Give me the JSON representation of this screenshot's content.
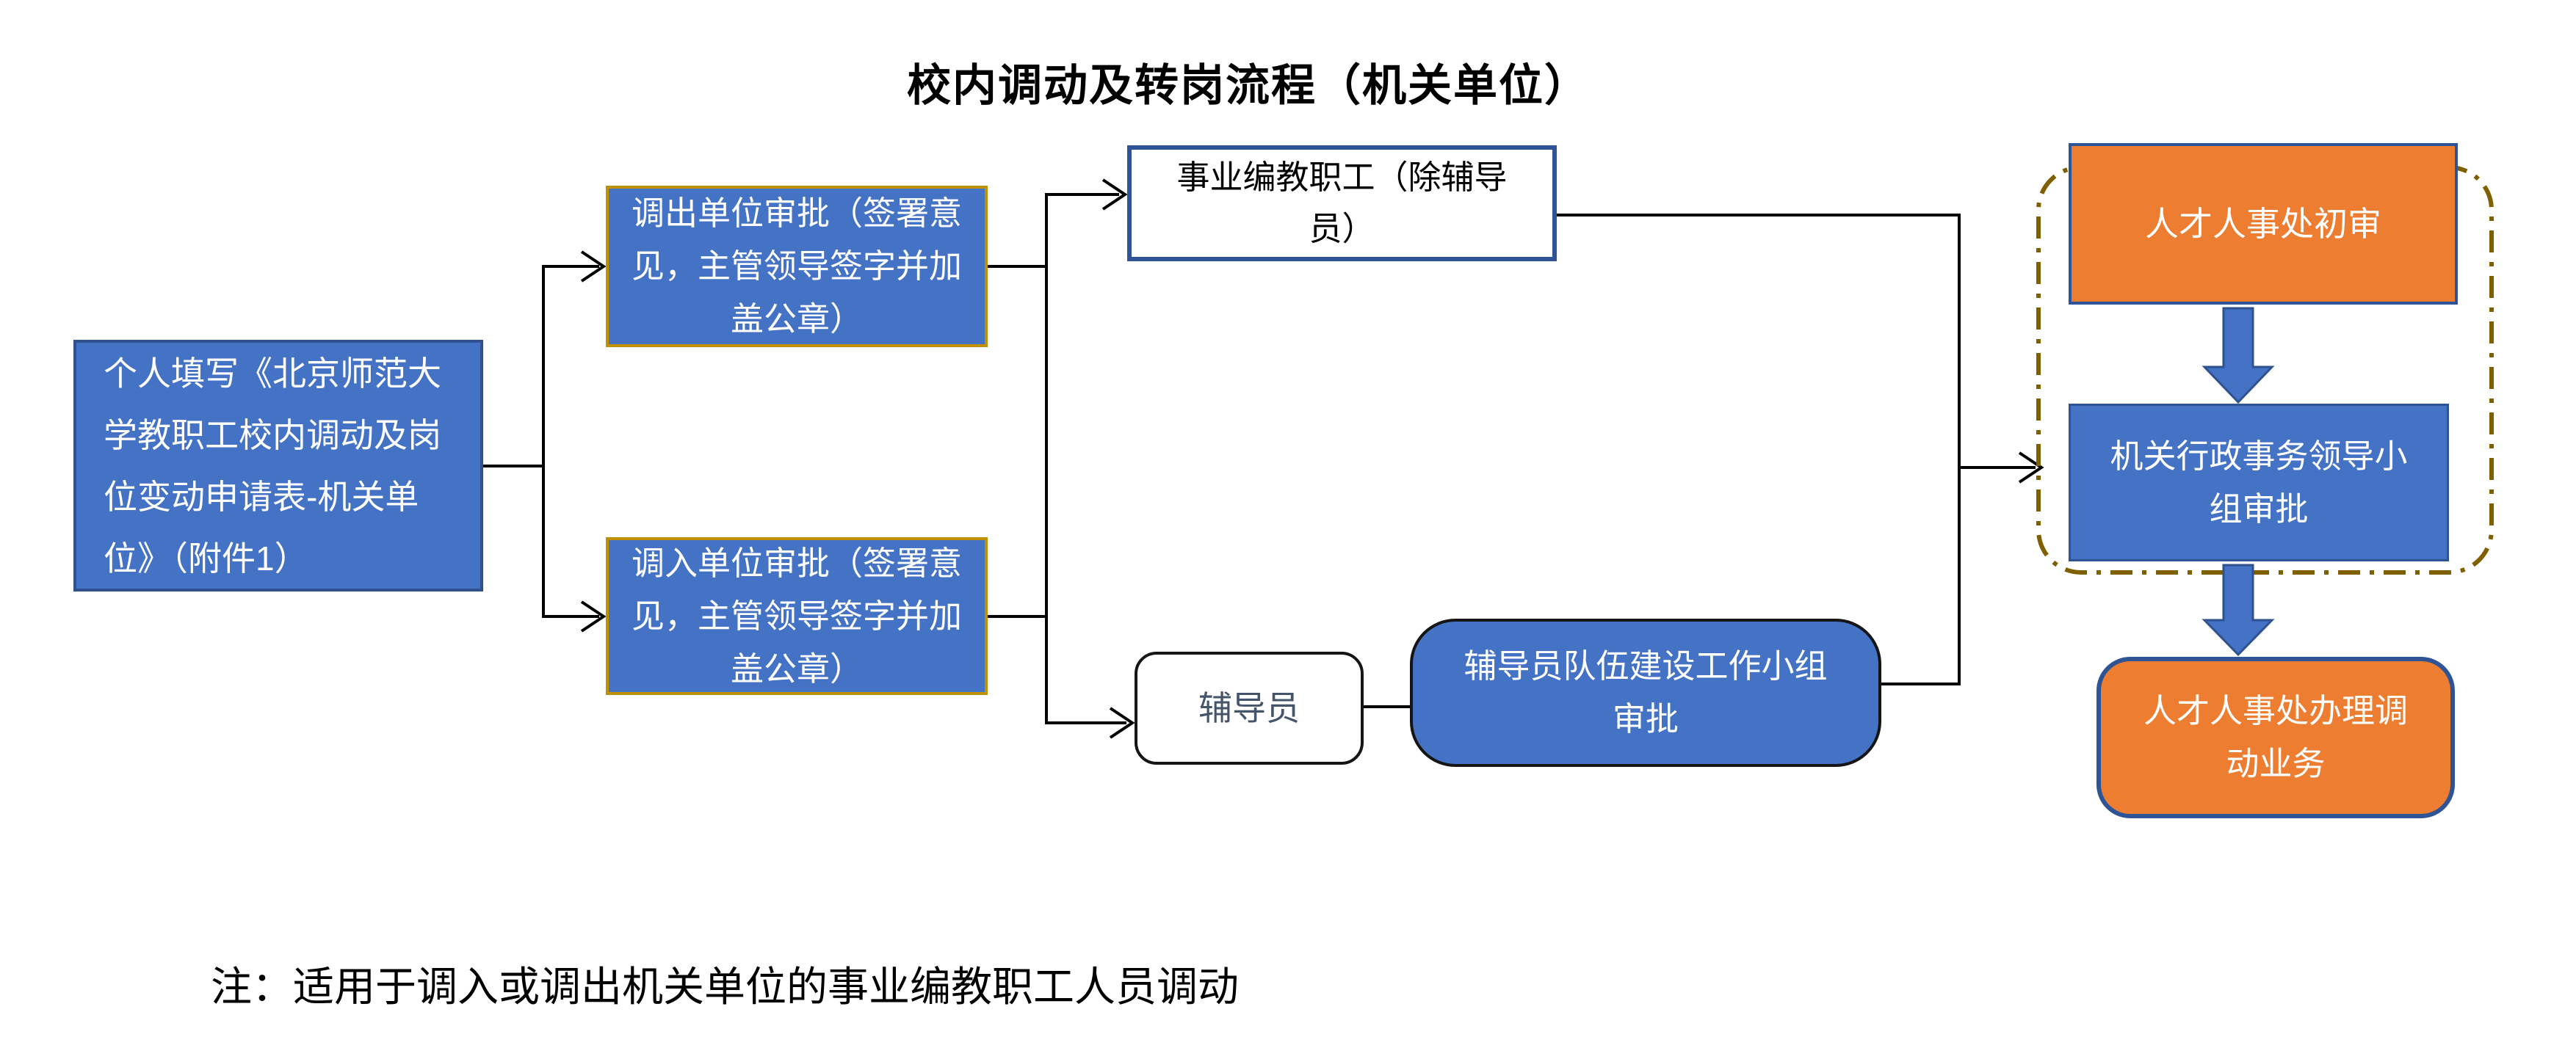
{
  "title": "校内调动及转岗流程（机关单位）",
  "note": "注：适用于调入或调出机关单位的事业编教职工人员调动",
  "nodes": {
    "personal": {
      "label": "个人填写《北京师范大学教职工校内调动及岗位变动申请表-机关单位》（附件1）"
    },
    "transfer_out": {
      "label": "调出单位审批（签署意见，主管领导签字并加盖公章）"
    },
    "transfer_in": {
      "label": "调入单位审批（签署意见，主管领导签字并加盖公章）"
    },
    "staff": {
      "label": "事业编教职工（除辅导员）"
    },
    "counselor": {
      "label": "辅导员"
    },
    "counselor_group": {
      "label": "辅导员队伍建设工作小组审批"
    },
    "hr_initial": {
      "label": "人才人事处初审"
    },
    "admin_group": {
      "label": "机关行政事务领导小组审批"
    },
    "hr_process": {
      "label": "人才人事处办理调动业务"
    }
  },
  "edges": [
    {
      "from": "personal",
      "to": "transfer_out"
    },
    {
      "from": "personal",
      "to": "transfer_in"
    },
    {
      "from": "transfer_out",
      "to": "staff"
    },
    {
      "from": "transfer_out",
      "to": "counselor"
    },
    {
      "from": "transfer_in",
      "to": "staff"
    },
    {
      "from": "transfer_in",
      "to": "counselor"
    },
    {
      "from": "counselor",
      "to": "counselor_group"
    },
    {
      "from": "staff",
      "to": "admin_group"
    },
    {
      "from": "counselor_group",
      "to": "admin_group"
    },
    {
      "from": "hr_initial",
      "to": "admin_group"
    },
    {
      "from": "admin_group",
      "to": "hr_process"
    }
  ],
  "colors": {
    "box_blue": "#4472C4",
    "box_orange": "#ED7D31",
    "border_gold": "#BF9000",
    "border_navy": "#2F5496",
    "border_dark_blue": "#2F528F",
    "dash_olive": "#7F6000",
    "connector_black": "#000000",
    "counselor_text": "#44546A"
  }
}
